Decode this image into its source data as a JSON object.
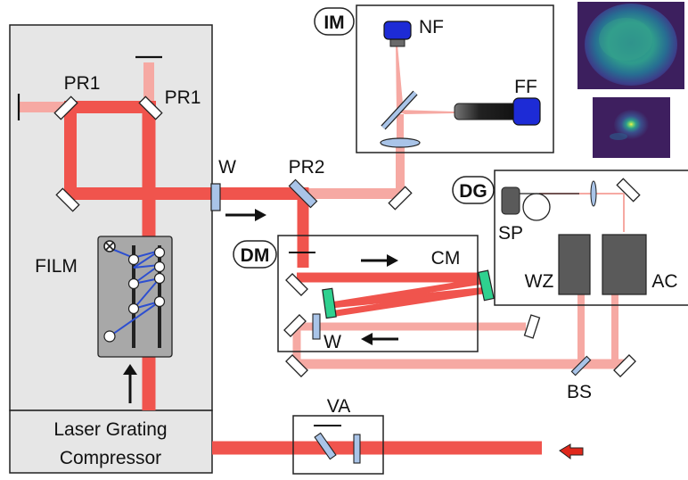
{
  "modules": {
    "im": "IM",
    "dg": "DG",
    "dm": "DM",
    "compressor_line1": "Laser Grating",
    "compressor_line2": "Compressor"
  },
  "labels": {
    "pr1_left": "PR1",
    "pr1_right": "PR1",
    "pr2": "PR2",
    "w_main": "W",
    "w_dm": "W",
    "film": "FILM",
    "cm": "CM",
    "nf": "NF",
    "ff": "FF",
    "sp": "SP",
    "wz": "WZ",
    "ac": "AC",
    "bs": "BS",
    "va": "VA"
  },
  "colors": {
    "beam_strong": "#f0544d",
    "beam_weak": "#f6a9a3",
    "enclosure": "#e6e6e6",
    "film_plate": "#a8a8a8",
    "window": "#a9c4e8",
    "curved_mirror": "#2fd18f",
    "camera": "#1d2bd6",
    "detector": "#5a5a5a",
    "input_arrow": "#e0281c"
  },
  "icons": {
    "input": "red-arrow-icon",
    "direction": "black-arrow-icon",
    "camera": "camera-icon",
    "near_field": "beam-profile-image",
    "far_field": "focal-spot-image"
  }
}
